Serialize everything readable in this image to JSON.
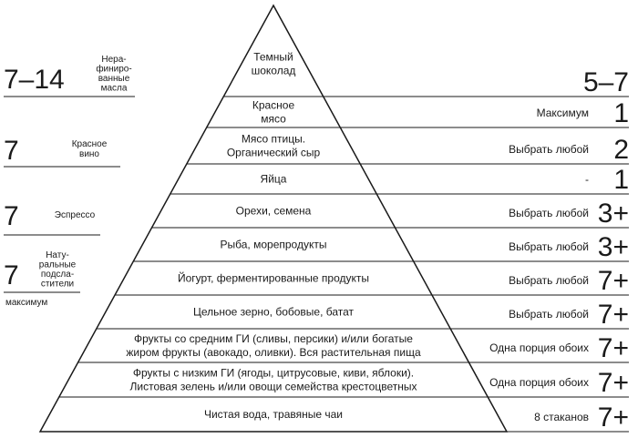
{
  "levels": [
    {
      "lines": [
        "Темный",
        "шоколад"
      ],
      "label": "",
      "count": "5–7"
    },
    {
      "lines": [
        "Красное",
        "мясо"
      ],
      "label": "Максимум",
      "count": "1"
    },
    {
      "lines": [
        "Мясо птицы.",
        "Органический сыр"
      ],
      "label": "Выбрать любой",
      "count": "2"
    },
    {
      "lines": [
        "Яйца"
      ],
      "label": "-",
      "count": "1"
    },
    {
      "lines": [
        "Орехи, семена"
      ],
      "label": "Выбрать любой",
      "count": "3+"
    },
    {
      "lines": [
        "Рыба, морепродукты"
      ],
      "label": "Выбрать любой",
      "count": "3+"
    },
    {
      "lines": [
        "Йогурт, ферментированные продукты"
      ],
      "label": "Выбрать любой",
      "count": "7+"
    },
    {
      "lines": [
        "Цельное зерно, бобовые, батат"
      ],
      "label": "Выбрать любой",
      "count": "7+"
    },
    {
      "lines": [
        "Фрукты со средним ГИ (сливы, персики) и/или богатые",
        "жиром фрукты (авокадо, оливки). Вся растительная пища"
      ],
      "label": "Одна порция обоих",
      "count": "7+"
    },
    {
      "lines": [
        "Фрукты с низким ГИ (ягоды, цитрусовые, киви, яблоки).",
        "Листовая зелень и/или овощи семейства крестоцветных"
      ],
      "label": "Одна порция обоих",
      "count": "7+"
    },
    {
      "lines": [
        "Чистая вода, травяные чаи"
      ],
      "label": "8 стаканов",
      "count": "7+"
    }
  ],
  "left_items": [
    {
      "num": "7–14",
      "lines": [
        "Нера-",
        "финиро-",
        "ванные",
        "масла"
      ],
      "footnote": ""
    },
    {
      "num": "7",
      "lines": [
        "Красное",
        "вино"
      ],
      "footnote": ""
    },
    {
      "num": "7",
      "lines": [
        "Эспрессо"
      ],
      "footnote": ""
    },
    {
      "num": "7",
      "lines": [
        "Нату-",
        "ральные",
        "подсла-",
        "стители"
      ],
      "footnote": "максимум"
    }
  ]
}
